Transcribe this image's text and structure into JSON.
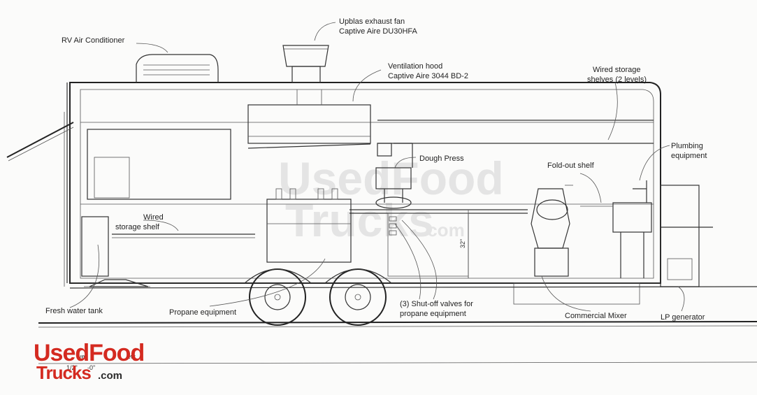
{
  "labels": {
    "rv_ac": "RV Air Conditioner",
    "exhaust_fan_1": "Upblas exhaust fan",
    "exhaust_fan_2": "Captive Aire DU30HFA",
    "hood_1": "Ventilation hood",
    "hood_2": "Captive Aire 3044 BD-2",
    "storage_shelves_1": "Wired storage",
    "storage_shelves_2": "shelves (2 levels)",
    "plumbing_1": "Plumbing",
    "plumbing_2": "equipment",
    "dough_press": "Dough Press",
    "fold_out_shelf": "Fold-out shelf",
    "storage_shelf_1": "Wired",
    "storage_shelf_2": "storage shelf",
    "fresh_water": "Fresh water tank",
    "propane_equipment": "Propane equipment",
    "shutoff_1": "(3) Shut-off valves for",
    "shutoff_2": "propane equipment",
    "mixer": "Commercial Mixer",
    "generator": "LP generator",
    "dimension": "32\"",
    "scale_1": "ive",
    "scale_2": "ew",
    "scale_3": "1/2\"",
    "scale_4": "-0\""
  },
  "watermark": {
    "line1": "UsedFood",
    "line2": "Trucks",
    "line3": ".com"
  },
  "logo": {
    "line1": "UsedFood",
    "line2": "Trucks",
    "line3": ".com",
    "color": "#d42a20"
  }
}
